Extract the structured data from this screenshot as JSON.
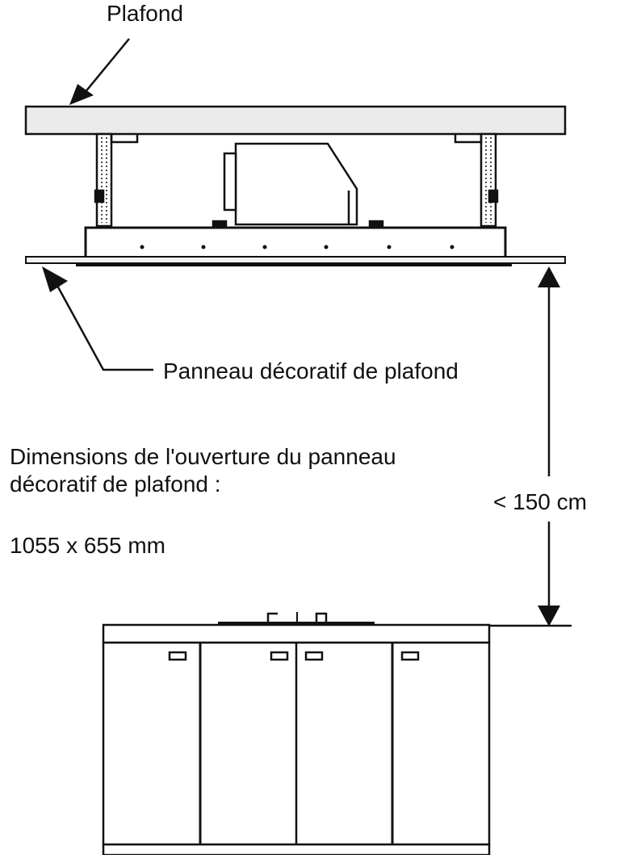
{
  "labels": {
    "ceiling": "Plafond",
    "decorative_panel": "Panneau décoratif de plafond",
    "opening_line1": "Dimensions de l'ouverture du panneau",
    "opening_line2": "décoratif de plafond :",
    "opening_size": "1055 x 655 mm",
    "max_distance": "< 150 cm"
  },
  "colors": {
    "ink": "#111111",
    "ceiling_fill": "#ebebeb",
    "panel_fill": "#f2f2f2"
  }
}
